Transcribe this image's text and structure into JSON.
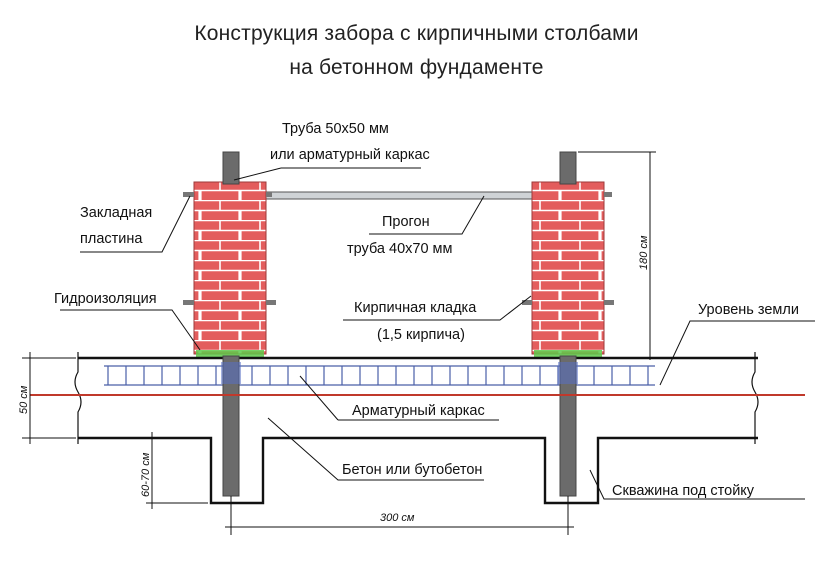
{
  "title": {
    "line1": "Конструкция забора с кирпичными столбами",
    "line2": "на бетонном фундаменте"
  },
  "labels": {
    "pipe_line1": "Труба 50х50 мм",
    "pipe_line2": "или арматурный каркас",
    "plate_line1": "Закладная",
    "plate_line2": "пластина",
    "purlin_line1": "Прогон",
    "purlin_line2": "труба 40х70 мм",
    "waterproofing": "Гидроизоляция",
    "brickwork_line1": "Кирпичная кладка",
    "brickwork_line2": "(1,5 кирпича)",
    "ground_level": "Уровень земли",
    "rebar_cage": "Арматурный каркас",
    "concrete": "Бетон или бутобетон",
    "borehole": "Скважина под стойку"
  },
  "dimensions": {
    "post_height": "180 см",
    "slab_thickness": "50 см",
    "pile_depth": "60-70 см",
    "post_spacing": "300 см"
  },
  "colors": {
    "brick": "#e05a5a",
    "brick_mortar": "#ffffff",
    "waterproofing": "#5ec94a",
    "ground_line": "#c0392b",
    "rebar": "#4a5fa8",
    "post": "#6b6b6b",
    "line": "#111111"
  }
}
